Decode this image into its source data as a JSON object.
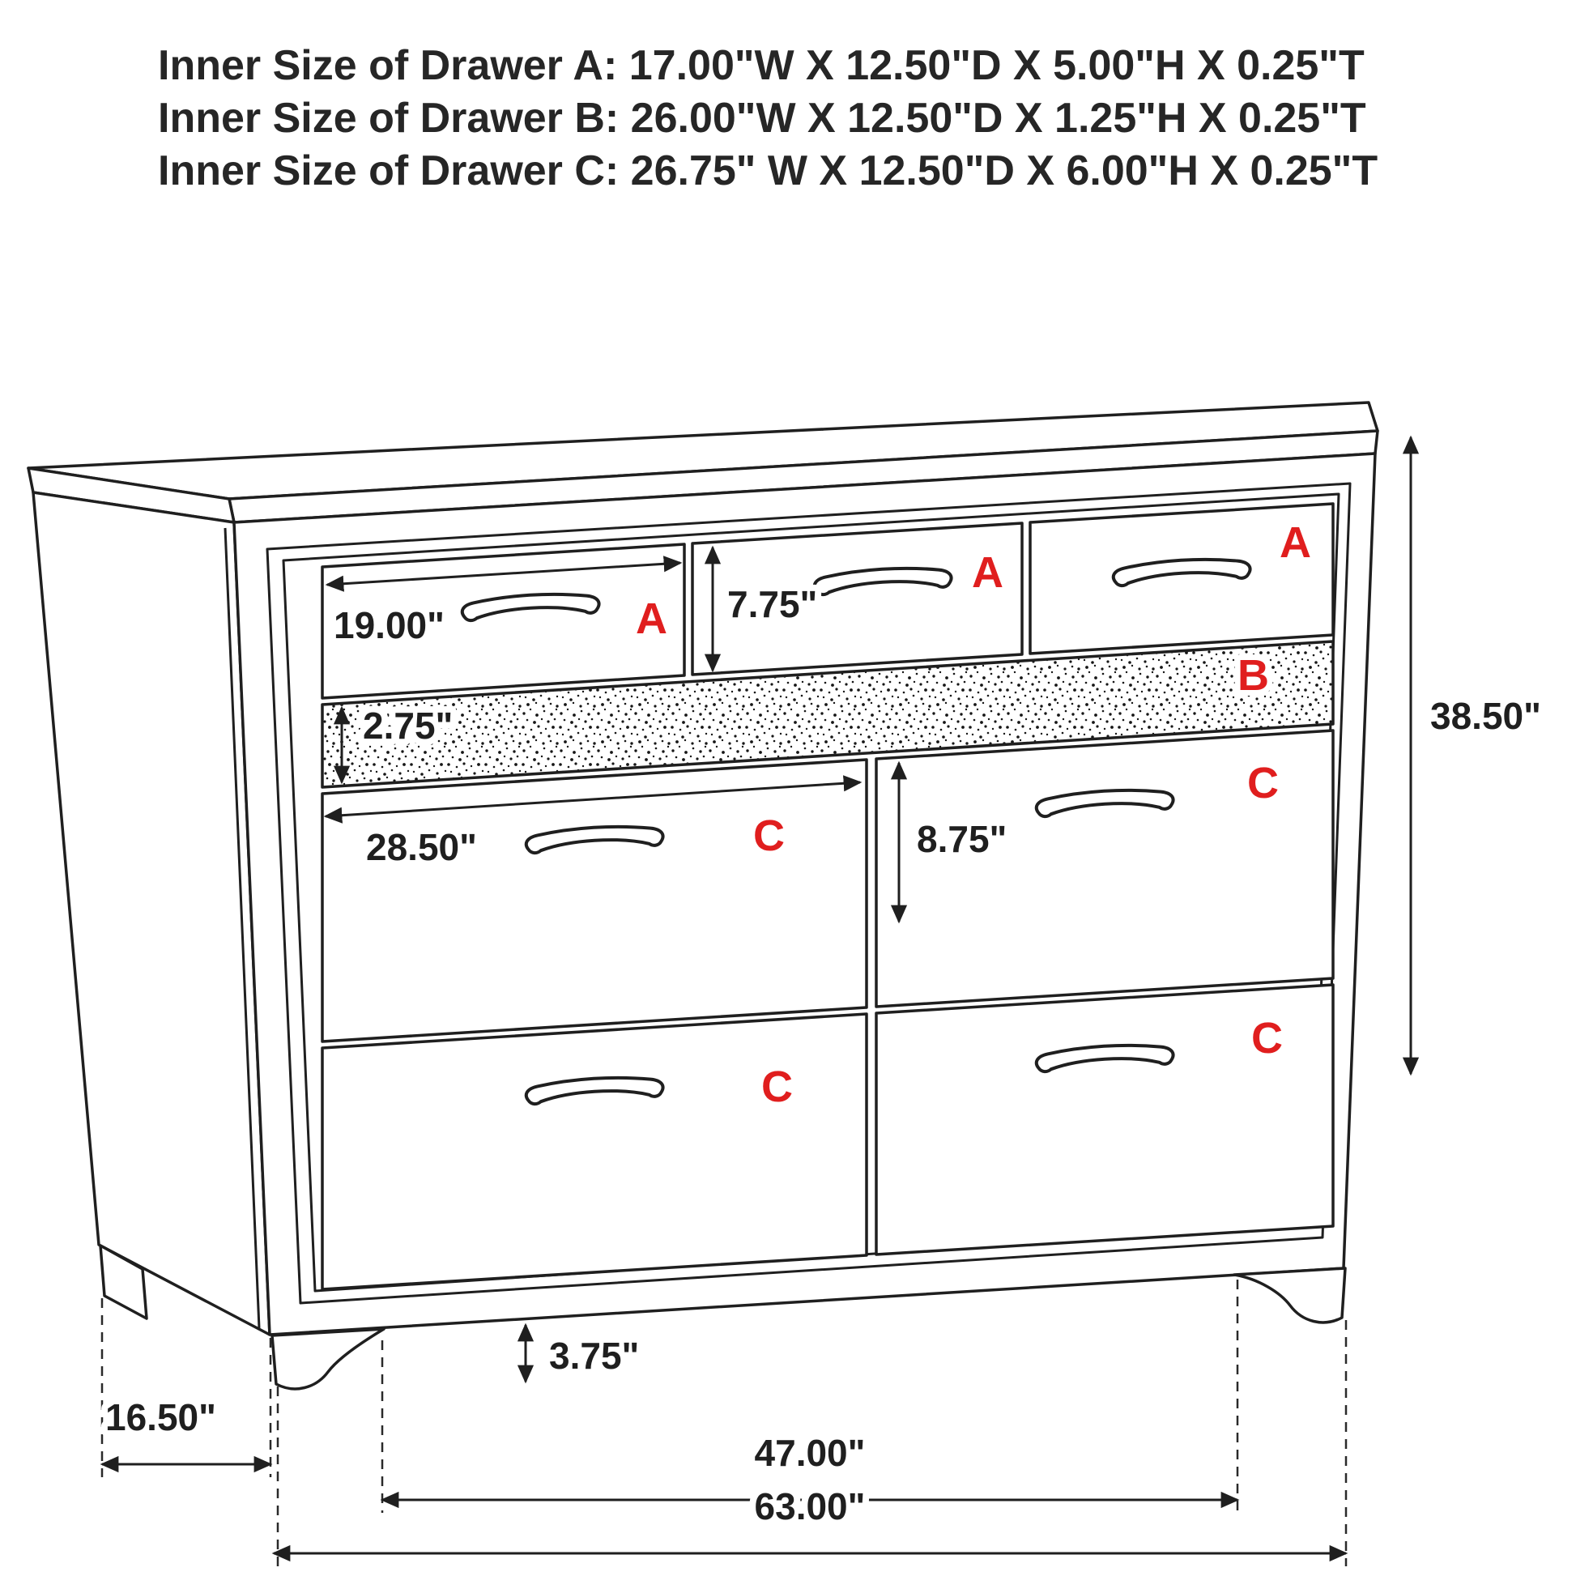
{
  "header": {
    "line1": "Inner Size of Drawer A: 17.00\"W X 12.50\"D X 5.00\"H X 0.25\"T",
    "line2": "Inner Size of Drawer B: 26.00\"W X 12.50\"D X 1.25\"H X 0.25\"T",
    "line3": "Inner Size of Drawer C: 26.75\" W X 12.50\"D X 6.00\"H X 0.25\"T"
  },
  "dims": {
    "drawer_a_width": "19.00\"",
    "drawer_a_height": "7.75\"",
    "drawer_b_height": "2.75\"",
    "drawer_c_width": "28.50\"",
    "drawer_c_height": "8.75\"",
    "total_height": "38.50\"",
    "leg_height": "3.75\"",
    "side_depth": "16.50\"",
    "leg_clearance_width": "47.00\"",
    "total_width": "63.00\""
  },
  "labels": {
    "a1": "A",
    "a2": "A",
    "a3": "A",
    "b": "B",
    "c_top_left": "C",
    "c_top_right": "C",
    "c_bottom_left": "C",
    "c_bottom_right": "C"
  },
  "colors": {
    "line": "#1f1f1f",
    "label_red": "#e01e1e",
    "header_text": "#262626",
    "background": "#ffffff"
  }
}
